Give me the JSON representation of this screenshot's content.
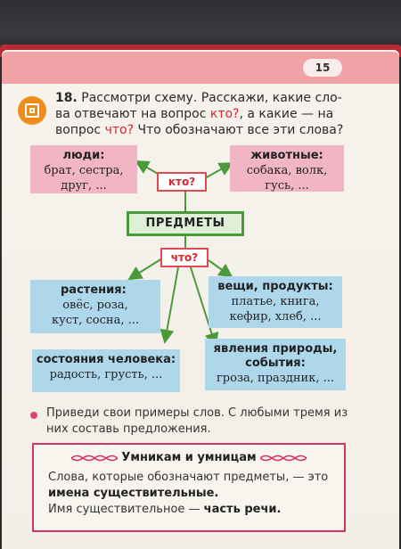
{
  "page_number": "15",
  "task": {
    "number": "18.",
    "text_1": "Рассмотри схему. Расскажи, какие сло-",
    "text_2a": "ва отвечают на вопрос ",
    "q1": "кто?",
    "text_2b": ", а какие — на",
    "text_3a": "вопрос ",
    "q2": "что?",
    "text_3b": " Что обозначают все эти слова?"
  },
  "scheme": {
    "center": "ПРЕДМЕТЫ",
    "q_who": "кто?",
    "q_what": "что?",
    "people": {
      "title": "люди:",
      "line1": "брат, сестра,",
      "line2": "друг, ..."
    },
    "animals": {
      "title": "животные:",
      "line1": "собака, волк,",
      "line2": "гусь, ..."
    },
    "plants": {
      "title": "растения:",
      "line1": "овёс, роза,",
      "line2": "куст, сосна, ..."
    },
    "things": {
      "title": "вещи, продукты:",
      "line1": "платье, книга,",
      "line2": "кефир, хлеб, ..."
    },
    "states": {
      "title": "состояния человека:",
      "line1": "радость, грусть, ..."
    },
    "nature": {
      "title": "явления природы,",
      "title2": "события:",
      "line1": "гроза, праздник, ..."
    }
  },
  "tip": "Приведи свои примеры слов. С любыми тремя из них составь предложения.",
  "smart": {
    "title": "Умникам и умницам",
    "line1": "Слова, которые обозначают предметы, — это",
    "line2_bold": "имена существительные.",
    "line3a": "Имя существительное — ",
    "line3_bold": "часть речи."
  },
  "colors": {
    "pink": "#f2b5c6",
    "blue": "#aed7ec",
    "accent_red": "#d8262f",
    "green": "#4a9a3a",
    "header": "#f0a2a6"
  }
}
